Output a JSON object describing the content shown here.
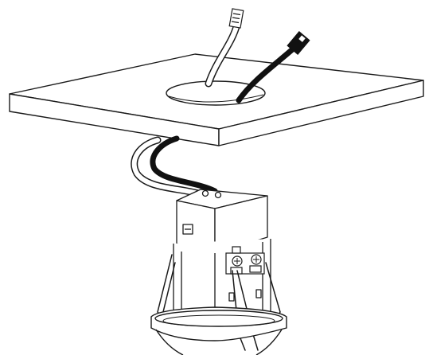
{
  "diagram": {
    "kind": "line-art installation illustration",
    "colors": {
      "background": "#ffffff",
      "line": "#1a1a1a",
      "dark_wire": "#111111",
      "light_wire": "#ffffff",
      "device_fill": "#ffffff"
    },
    "parts": [
      {
        "name": "ceiling-panel",
        "label": ""
      },
      {
        "name": "mounting-hole",
        "label": ""
      },
      {
        "name": "white-cable",
        "label": ""
      },
      {
        "name": "black-cable",
        "label": ""
      },
      {
        "name": "junction-box",
        "label": ""
      },
      {
        "name": "terminal-block",
        "label": ""
      },
      {
        "name": "spring-clips",
        "label": ""
      },
      {
        "name": "bezel-ring",
        "label": ""
      }
    ]
  }
}
